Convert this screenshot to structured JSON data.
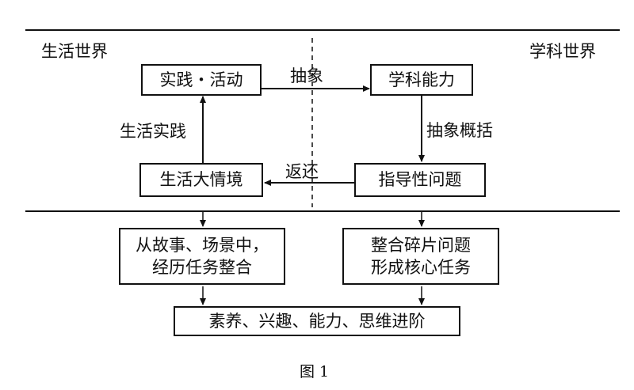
{
  "sections": {
    "left_title": "生活世界",
    "right_title": "学科世界"
  },
  "top_cycle": {
    "practice_box": "实践・活动",
    "discipline_box": "学科能力",
    "guiding_box": "指导性问题",
    "life_box": "生活大情境",
    "arrow_abstract": "抽象",
    "arrow_generalize": "抽象概括",
    "arrow_return": "返还",
    "arrow_life_practice": "生活实践"
  },
  "bottom": {
    "left_box_line1": "从故事、场景中，",
    "left_box_line2": "经历任务整合",
    "right_box_line1": "整合碎片问题",
    "right_box_line2": "形成核心任务",
    "result_box": "素养、兴趣、能力、思维进阶"
  },
  "caption": "图 1"
}
